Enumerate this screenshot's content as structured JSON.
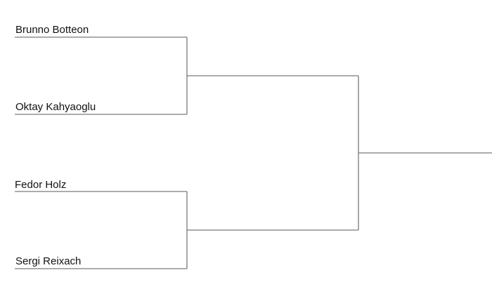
{
  "bracket": {
    "line_color": "#7a7a7a",
    "text_color": "#111111",
    "rounds": [
      {
        "name": "round-1",
        "players": [
          {
            "label": "Brunno Botteon"
          },
          {
            "label": "Oktay Kahyaoglu"
          },
          {
            "label": "Fedor Holz"
          },
          {
            "label": "Sergi Reixach"
          }
        ]
      },
      {
        "name": "round-2",
        "players": [
          {
            "label": ""
          },
          {
            "label": ""
          }
        ]
      },
      {
        "name": "final",
        "players": [
          {
            "label": ""
          }
        ]
      }
    ]
  }
}
